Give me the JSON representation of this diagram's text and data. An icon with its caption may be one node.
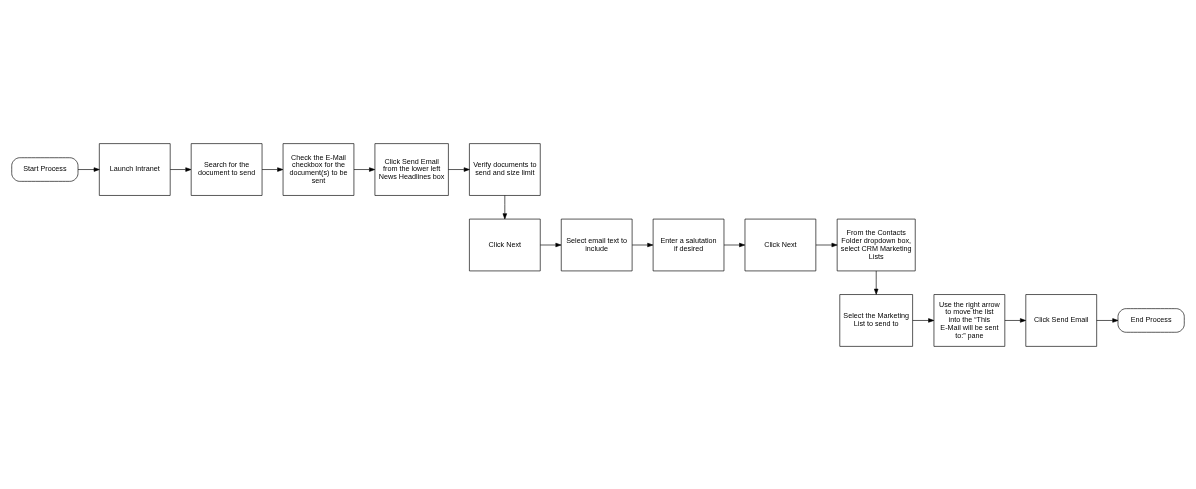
{
  "diagram": {
    "nodes": [
      {
        "text": [
          "Start Process"
        ]
      },
      {
        "text": [
          "Launch Intranet"
        ]
      },
      {
        "text": [
          "Search for the document to send"
        ]
      },
      {
        "text": [
          "Check the E-Mail checkbox for the document(s) to be sent"
        ]
      },
      {
        "text": [
          "Click Send Email from the lower left News Headlines box"
        ]
      },
      {
        "text": [
          "Verify documents to send and size limit"
        ]
      },
      {
        "text": [
          "Click Next"
        ]
      },
      {
        "text": [
          "Select email text to include"
        ]
      },
      {
        "text": [
          "Enter a salutation if desired"
        ]
      },
      {
        "text": [
          "Click Next"
        ]
      },
      {
        "text": [
          "From the Contacts Folder dropdown box, select CRM Marketing Lists"
        ]
      },
      {
        "text": [
          "Select the Marketing List to send to"
        ]
      },
      {
        "text": [
          "Use the right arrow to move the list into the “This E-Mail will be sent to:” pane"
        ]
      },
      {
        "text": [
          "Click Send Email"
        ]
      },
      {
        "text": [
          "End Process"
        ]
      }
    ],
    "edges": [
      {
        "from": 0,
        "to": 1,
        "arrow": "to"
      },
      {
        "from": 1,
        "to": 2,
        "arrow": "to"
      },
      {
        "from": 2,
        "to": 3,
        "arrow": "to"
      },
      {
        "from": 3,
        "to": 4,
        "arrow": "to"
      },
      {
        "from": 4,
        "to": 5,
        "arrow": "to"
      },
      {
        "from": 5,
        "to": 6,
        "arrow": "to"
      },
      {
        "from": 6,
        "to": 7,
        "arrow": "to"
      },
      {
        "from": 7,
        "to": 8,
        "arrow": "to"
      },
      {
        "from": 8,
        "to": 9,
        "arrow": "to"
      },
      {
        "from": 9,
        "to": 10,
        "arrow": "to"
      },
      {
        "from": 10,
        "to": 11,
        "arrow": "to"
      },
      {
        "from": 11,
        "to": 12,
        "arrow": "to"
      },
      {
        "from": 12,
        "to": 13,
        "arrow": "to"
      },
      {
        "from": 13,
        "to": 14,
        "arrow": "to"
      }
    ]
  }
}
